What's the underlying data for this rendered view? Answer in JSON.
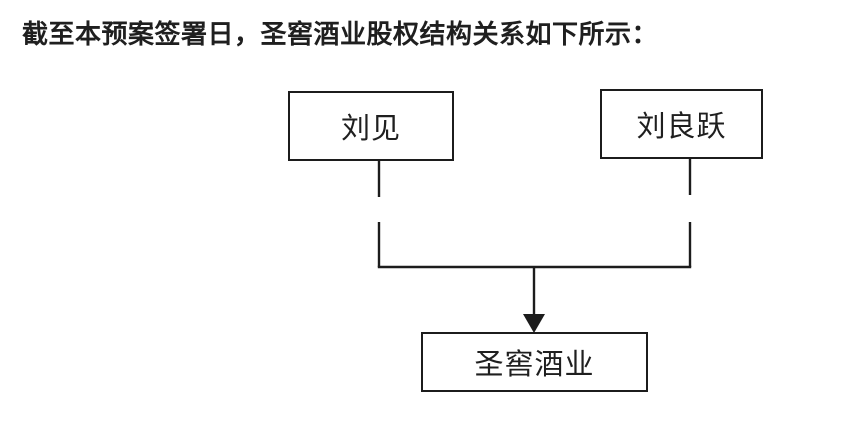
{
  "colors": {
    "background": "#ffffff",
    "line": "#1c1c1c",
    "text": "#1f1f1f"
  },
  "caption": "截至本预案签署日，圣窖酒业股权结构关系如下所示：",
  "diagram": {
    "type": "equity-structure",
    "nodes": [
      {
        "id": "liu-jian",
        "label": "刘见"
      },
      {
        "id": "liu-liangyue",
        "label": "刘良跃"
      },
      {
        "id": "shengjiao-liquor",
        "label": "圣窖酒业"
      }
    ],
    "edges": [
      {
        "from": "刘见",
        "to": "圣窖酒业"
      },
      {
        "from": "刘良跃",
        "to": "圣窖酒业"
      }
    ]
  }
}
